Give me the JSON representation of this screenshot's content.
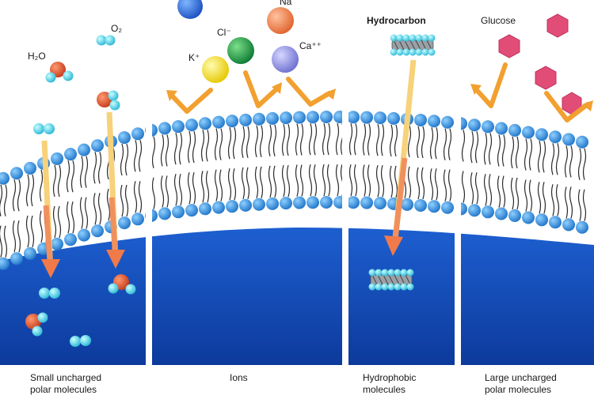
{
  "molecules": {
    "h2o": "H₂O",
    "o2": "O₂",
    "na": "Na",
    "cl": "Cl⁻",
    "k": "K⁺",
    "ca": "Ca⁺⁺",
    "hydrocarbon": "Hydrocarbon",
    "glucose": "Glucose"
  },
  "captions": {
    "small_line1": "Small uncharged",
    "small_line2": "polar molecules",
    "ions": "Ions",
    "hydrophobic_line1": "Hydrophobic",
    "hydrophobic_line2": "molecules",
    "large_line1": "Large uncharged",
    "large_line2": "polar molecules"
  },
  "colors": {
    "cytoplasm": "#1446b8",
    "head": "#2a86d6",
    "arrow_in": "#f08a5a",
    "arrow_blocked": "#f2a030",
    "k": "#f3e21a",
    "cl": "#1f9a45",
    "na": "#ee8a57",
    "ca": "#8d8fe0",
    "glucose": "#e44a78",
    "water_o": "#d84a2a"
  }
}
